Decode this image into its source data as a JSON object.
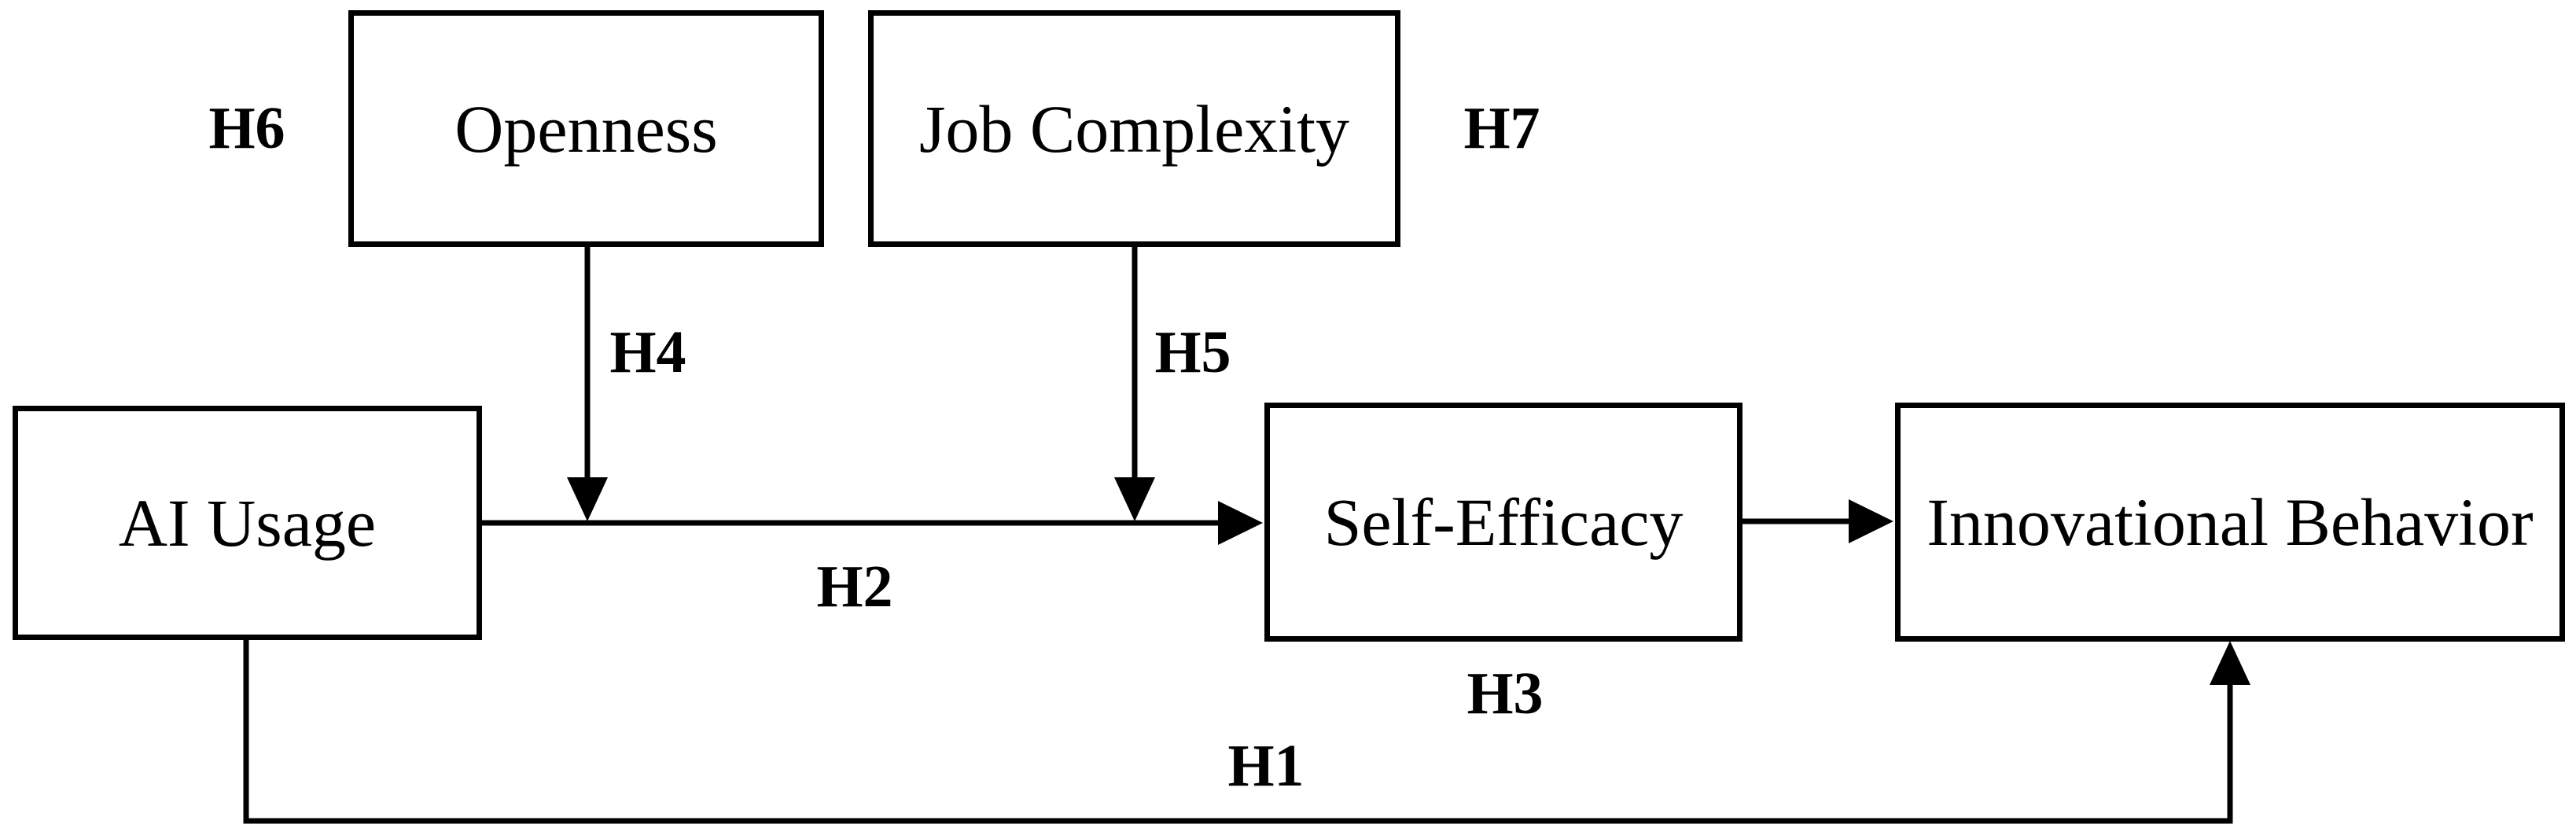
{
  "figure": {
    "type": "hypothesis-model-diagram",
    "background_color": "#ffffff",
    "ink_color": "#000000"
  },
  "nodes": {
    "openness": {
      "label": "Openness"
    },
    "job_complexity": {
      "label": "Job Complexity"
    },
    "ai_usage": {
      "label": "AI Usage"
    },
    "self_efficacy": {
      "label": "Self-Efficacy"
    },
    "innovational_behavior": {
      "label": "Innovational Behavior"
    }
  },
  "hypotheses": {
    "h1": "H1",
    "h2": "H2",
    "h3": "H3",
    "h4": "H4",
    "h5": "H5",
    "h6": "H6",
    "h7": "H7"
  },
  "edges": [
    {
      "label": "H2",
      "from": "ai_usage",
      "to": "self_efficacy",
      "shape": "straight-arrow"
    },
    {
      "label": "H3",
      "from": "self_efficacy",
      "to": "innovational_behavior",
      "shape": "straight-arrow"
    },
    {
      "label": "H1",
      "from": "ai_usage",
      "to": "innovational_behavior",
      "shape": "elbow-arrow-below"
    },
    {
      "label": "H4",
      "from": "openness",
      "to": "h2-path",
      "shape": "straight-arrow-down"
    },
    {
      "label": "H5",
      "from": "job_complexity",
      "to": "h2-path",
      "shape": "straight-arrow-down"
    },
    {
      "label": "H6",
      "anchor": "openness"
    },
    {
      "label": "H7",
      "anchor": "job_complexity"
    }
  ]
}
